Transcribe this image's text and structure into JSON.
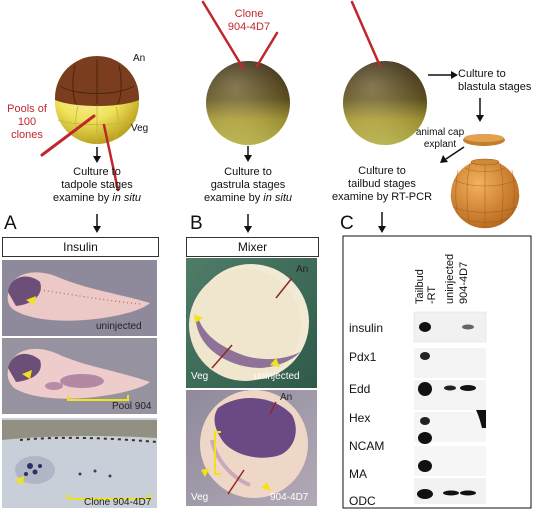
{
  "top": {
    "embryo1": {
      "pool_label": "Pools of\n100 clones",
      "an": "An",
      "veg": "Veg",
      "step": [
        "Culture to",
        "tadpole stages"
      ],
      "examine": "examine by ",
      "examine_em": "in situ"
    },
    "embryo2": {
      "clone_label": [
        "Clone",
        "904-4D7"
      ],
      "step": [
        "Culture to",
        "gastrula stages"
      ],
      "examine": "examine by ",
      "examine_em": "in situ"
    },
    "embryo3": {
      "culture_blastula": [
        "Culture to",
        "blastula stages"
      ],
      "cap_explant": [
        "animal cap",
        "explant"
      ],
      "step": [
        "Culture to",
        "tailbud stages",
        "examine by RT-PCR"
      ]
    }
  },
  "panelA": {
    "letter": "A",
    "title": "Insulin",
    "photos": [
      "uninjected",
      "Pool 904",
      "Clone 904-4D7"
    ]
  },
  "panelB": {
    "letter": "B",
    "title": "Mixer",
    "photos": [
      {
        "an": "An",
        "veg": "Veg",
        "label": "uninjected"
      },
      {
        "an": "An",
        "veg": "Veg",
        "label": "904-4D7"
      }
    ]
  },
  "panelC": {
    "letter": "C",
    "columns": [
      "Tailbud\n-RT",
      "uninjected",
      "904-4D7"
    ],
    "rows": [
      "insulin",
      "Pdx1",
      "Edd",
      "Hex",
      "NCAM",
      "MA",
      "ODC"
    ]
  },
  "colors": {
    "red": "#c0272d",
    "yellow_marker": "#f2e21c",
    "animal": "#7a3e1e",
    "vegetal": "#f3ec6a"
  }
}
